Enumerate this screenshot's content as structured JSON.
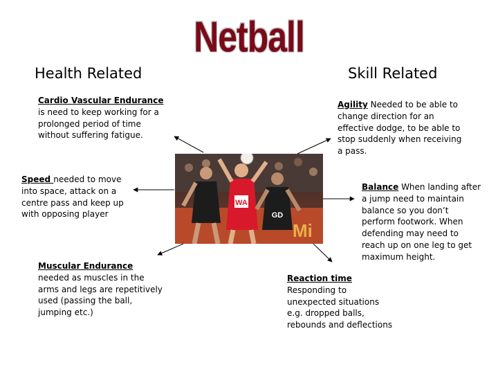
{
  "title": "Netball",
  "headings": {
    "health": "Health Related",
    "skill": "Skill Related"
  },
  "cardio": {
    "term": "Cardio Vascular Endurance",
    "text": "is need to keep working for a prolonged period of time without suffering fatigue."
  },
  "speed": {
    "term": "Speed ",
    "text": "needed to move into space, attack on a centre pass and keep up with opposing player"
  },
  "muscular": {
    "term": "Muscular Endurance",
    "text": "needed as muscles in the arms and legs are repetitively used (passing the ball, jumping etc.)"
  },
  "agility": {
    "term": "Agility",
    "text": " Needed to be able to change direction for an effective dodge, to be able to stop suddenly when receiving a pass."
  },
  "balance": {
    "term": "Balance",
    "text": " When landing after a jump need to maintain balance so you don’t perform footwork. When defending may need to reach up on one leg to get maximum height."
  },
  "reaction": {
    "term": "Reaction time",
    "lines": [
      "Responding to",
      "unexpected situations",
      "e.g. dropped balls,",
      "rebounds and deflections"
    ]
  },
  "photo": {
    "bib_left": "WA",
    "bib_right": "GD"
  },
  "colors": {
    "title": "#7a0a18",
    "court": "#b84a2a",
    "red_kit": "#d8192b",
    "black_kit": "#1c1c1c"
  }
}
